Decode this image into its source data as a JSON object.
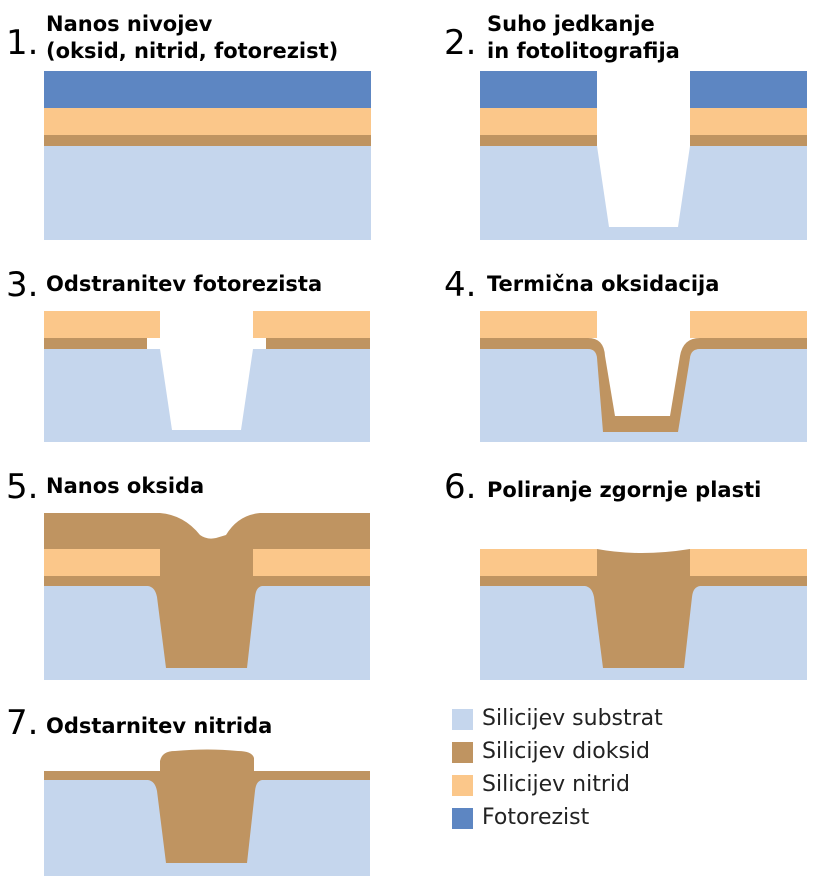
{
  "colors": {
    "substrate": "#c5d6ed",
    "oxide": "#bf9461",
    "nitride": "#fbc78a",
    "photoresist": "#5d86c2"
  },
  "steps": [
    {
      "number": "1.",
      "title_lines": [
        "Nanos nivojev",
        "(oksid, nitrid, fotorezist)"
      ]
    },
    {
      "number": "2.",
      "title_lines": [
        "Suho jedkanje",
        "in fotolitografija"
      ]
    },
    {
      "number": "3.",
      "title_lines": [
        "Odstranitev fotorezista"
      ]
    },
    {
      "number": "4.",
      "title_lines": [
        "Termična oksidacija"
      ]
    },
    {
      "number": "5.",
      "title_lines": [
        "Nanos oksida"
      ]
    },
    {
      "number": "6.",
      "title_lines": [
        "Poliranje zgornje plasti"
      ]
    },
    {
      "number": "7.",
      "title_lines": [
        "Odstarnitev nitrida"
      ]
    }
  ],
  "legend": [
    {
      "label": "Silicijev substrat",
      "color": "#c5d6ed"
    },
    {
      "label": "Silicijev dioksid",
      "color": "#bf9461"
    },
    {
      "label": "Silicijev nitrid",
      "color": "#fbc78a"
    },
    {
      "label": "Fotorezist",
      "color": "#5d86c2"
    }
  ]
}
